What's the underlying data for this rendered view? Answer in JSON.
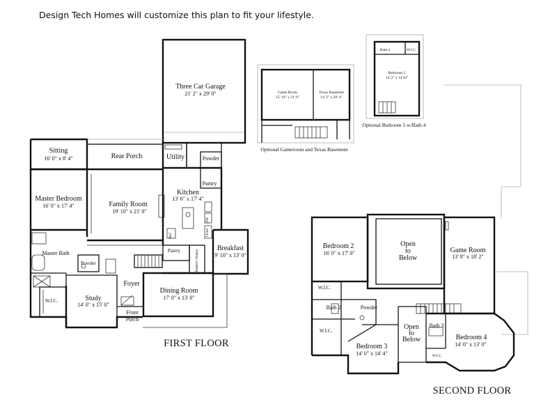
{
  "caption": "Design Tech Homes will customize this plan to fit your lifestyle.",
  "first_floor": {
    "label": "FIRST FLOOR",
    "rooms": {
      "garage": {
        "name": "Three Car Garage",
        "dims": "21' 2\" x 29' 0\""
      },
      "sitting": {
        "name": "Sitting",
        "dims": "16' 0\" x 8' 4\""
      },
      "rear_porch": {
        "name": "Rear Porch"
      },
      "utility": {
        "name": "Utility"
      },
      "powder_top": {
        "name": "Powder"
      },
      "pantry_top": {
        "name": "Pantry"
      },
      "kitchen": {
        "name": "Kitchen",
        "dims": "13' 6\" x 17' 4\""
      },
      "master_bedroom": {
        "name": "Master Bedroom",
        "dims": "16' 0\" x 17' 4\""
      },
      "family_room": {
        "name": "Family Room",
        "dims": "19' 10\" x 21' 0\""
      },
      "master_bath": {
        "name": "Master Bath"
      },
      "powder": {
        "name": "Powder"
      },
      "pantry": {
        "name": "Pantry"
      },
      "butlers_pantry": {
        "name": "Butler's Pantry"
      },
      "breakfast": {
        "name": "Breakfast",
        "dims": "9' 10\" x 13' 0\""
      },
      "foyer": {
        "name": "Foyer"
      },
      "study": {
        "name": "Study",
        "dims": "14' 0\" x 15' 0\""
      },
      "dining_room": {
        "name": "Dining Room",
        "dims": "17' 0\" x 13' 0\""
      },
      "front_porch": {
        "name_line1": "Front",
        "name_line2": "Porch"
      },
      "wic": {
        "name": "W.I.C."
      },
      "ref": {
        "name": "Ref"
      },
      "dw": {
        "name": "DW"
      },
      "oven": {
        "name": "Oven"
      }
    }
  },
  "optional_game": {
    "caption": "Optional Gameroom and Texas Basement",
    "rooms": {
      "game_room": {
        "name": "Game Room",
        "dims": "15' 10\" x 21' 0\""
      },
      "texas_basement": {
        "name": "Texas Basement",
        "dims": "14' 2\" x 20' 4\""
      }
    }
  },
  "optional_bedroom5": {
    "caption": "Optional Bedroom 5 w/Bath 4",
    "rooms": {
      "bath4": {
        "name": "Bath 4"
      },
      "wic": {
        "name": "W.I.C."
      },
      "bedroom5": {
        "name": "Bedroom 5",
        "dims": "14' 2\" x 14'10\""
      }
    }
  },
  "second_floor": {
    "label": "SECOND FLOOR",
    "rooms": {
      "bedroom2": {
        "name": "Bedroom 2",
        "dims": "16' 0\" x 17' 0\""
      },
      "open_below_1": {
        "line1": "Open",
        "line2": "to",
        "line3": "Below"
      },
      "game_room": {
        "name": "Game Room",
        "dims": "13' 8\" x 18' 2\""
      },
      "wic_1": {
        "name": "W.I.C."
      },
      "bath2": {
        "name": "Bath 2"
      },
      "powder": {
        "name": "Powder"
      },
      "wic_2": {
        "name": "W.I.C."
      },
      "bedroom3": {
        "name": "Bedroom 3",
        "dims": "14' 0\" x 14' 4\""
      },
      "open_below_2": {
        "line1": "Open",
        "line2": "to",
        "line3": "Below"
      },
      "bath3": {
        "name": "Bath 3"
      },
      "bedroom4": {
        "name": "Bedroom 4",
        "dims": "14' 0\" x 13' 0\""
      },
      "wic_3": {
        "name": "W.I.C."
      }
    }
  }
}
